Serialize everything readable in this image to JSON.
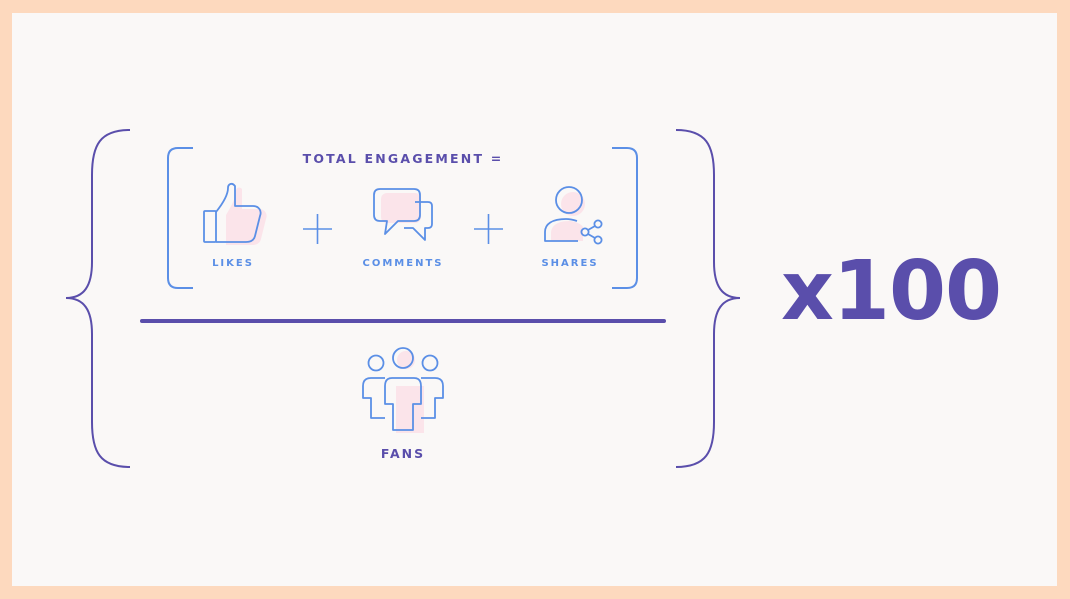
{
  "formula": {
    "numerator_title": "TOTAL ENGAGEMENT =",
    "terms": [
      {
        "label": "LIKES",
        "icon": "thumbs-up-icon"
      },
      {
        "label": "COMMENTS",
        "icon": "speech-bubbles-icon"
      },
      {
        "label": "SHARES",
        "icon": "person-share-icon"
      }
    ],
    "operator": "plus-sign",
    "denominator_label": "FANS",
    "denominator_icon": "group-people-icon",
    "multiplier": "x100"
  },
  "colors": {
    "background_border": "#fdd9be",
    "card": "#faf8f7",
    "purple": "#5a4eab",
    "blue": "#5b8fe6",
    "icon_fill": "#fbe4ea"
  }
}
